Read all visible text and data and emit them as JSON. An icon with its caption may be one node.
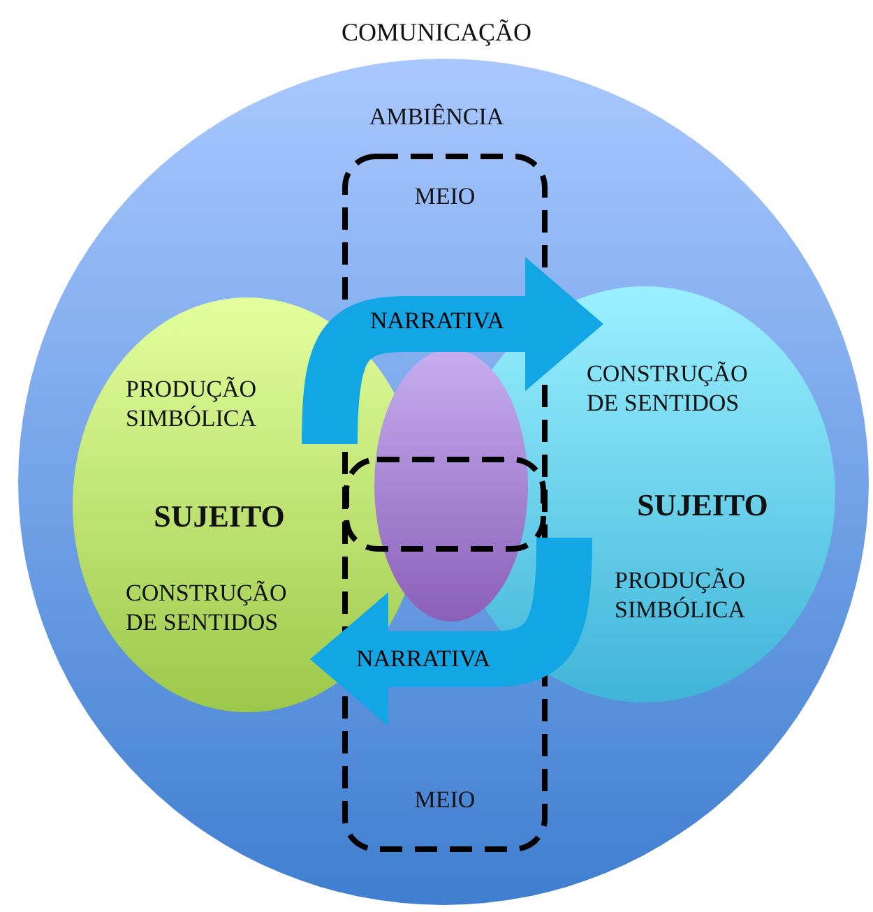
{
  "diagram": {
    "nodes": [
      {
        "text": [
          "COMUNICAÇÃO",
          "AMBIÊNCIA"
        ]
      },
      {
        "text": [
          "MEIO",
          "MEIO"
        ],
        "in": 0
      },
      {
        "text": [
          "PRODUÇÃO SIMBÓLICA",
          "SUJEITO",
          "CONSTRUÇÃO DE SENTIDOS"
        ],
        "in": 0
      },
      {
        "text": [
          "CONSTRUÇÃO DE SENTIDOS",
          "SUJEITO",
          "PRODUÇÃO SIMBÓLICA"
        ],
        "in": 0
      },
      {
        "text": [],
        "shape": "ellipse",
        "in": 1
      },
      {
        "text": [],
        "shape": "box",
        "in": 1
      }
    ],
    "edges": [
      {
        "from": 2,
        "to": 3,
        "arrow": "to",
        "label": "NARRATIVA"
      },
      {
        "from": 3,
        "to": 2,
        "arrow": "to",
        "label": "NARRATIVA"
      }
    ]
  }
}
